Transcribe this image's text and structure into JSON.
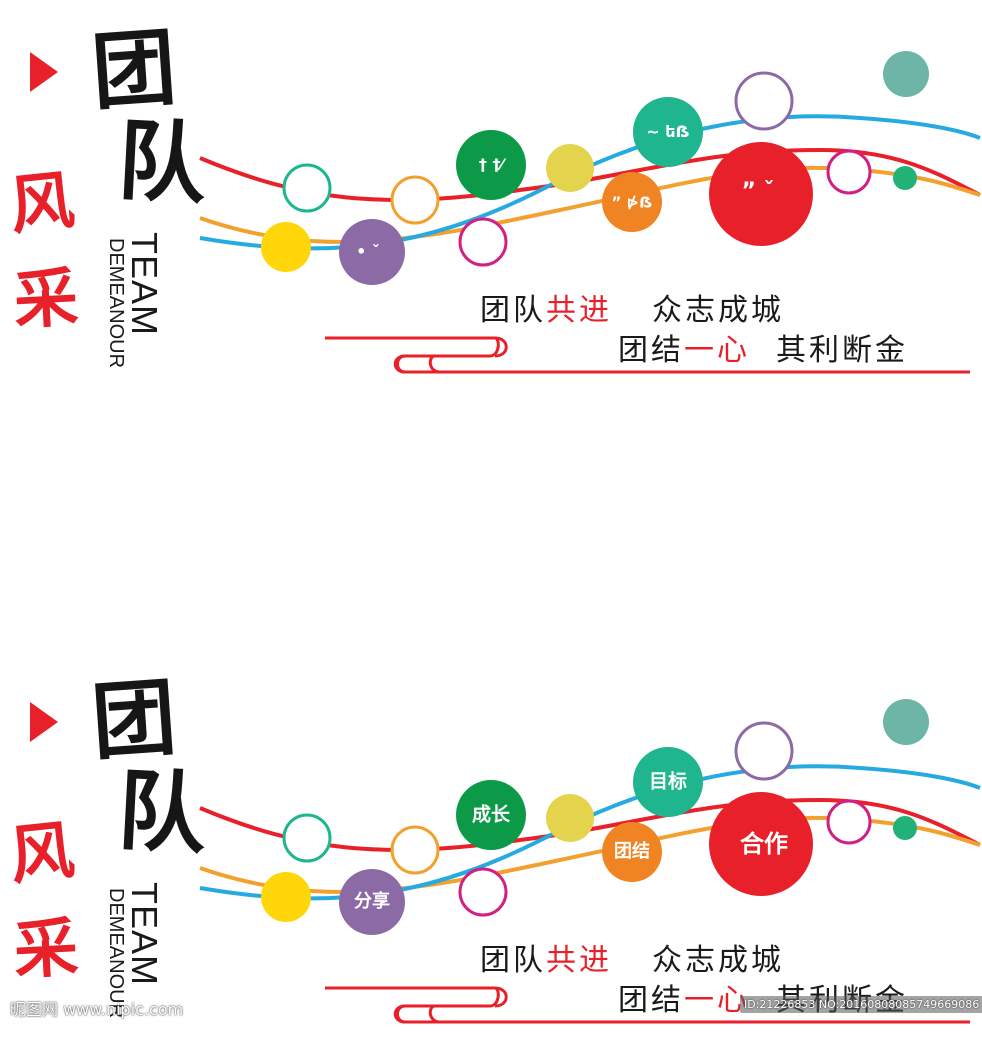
{
  "colors": {
    "red": "#e8202a",
    "blue": "#27a9e1",
    "orange": "#f2a12e",
    "green": "#0d9a48",
    "teal": "#1fb68f",
    "yellow": "#e4d34c",
    "purple": "#8c6aa5",
    "magenta": "#d21f84",
    "gray_teal": "#6db5a6"
  },
  "title": {
    "char1": "团",
    "char2": "队",
    "char3": "风",
    "char4": "采",
    "en_team": "TEAM",
    "en_demeanour": "DEMEANOUR"
  },
  "slogan": {
    "line1_part1": "团队",
    "line1_part2": "共进",
    "line1_part3": "众志成城",
    "line2_part1": "团结",
    "line2_part2": "一心",
    "line2_part3": "其利断金"
  },
  "top_bubbles": {
    "green": "† †⁄",
    "teal": "~ եẞ",
    "orange": "” ⋫ẞ",
    "red": "” ˇ",
    "purple": "• ˇ"
  },
  "bottom_bubbles": {
    "green": "成长",
    "teal": "目标",
    "orange": "团结",
    "red": "合作",
    "purple": "分享"
  },
  "watermark": {
    "site": "昵图网 www.nipic.com",
    "id": "ID:21226853 NO:20160808085749669086"
  }
}
